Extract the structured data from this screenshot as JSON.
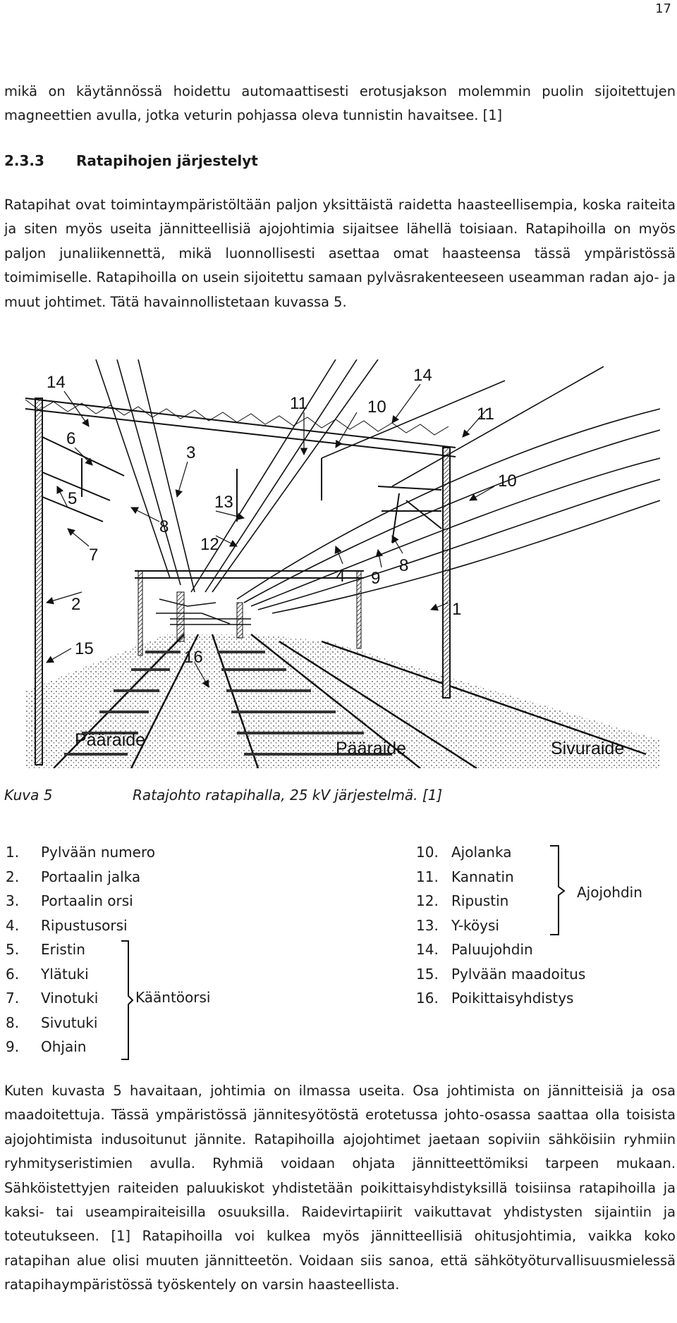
{
  "page": {
    "number": "17"
  },
  "paragraphs": {
    "intro": "mikä on käytännössä hoidettu automaattisesti erotusjakson molemmin puolin sijoitettujen magneettien avulla, jotka veturin pohjassa oleva tunnistin havaitsee. [1]",
    "p1": "Ratapihat ovat toimintaympäristöltään paljon yksittäistä raidetta haasteellisempia, koska raiteita ja siten myös useita jännitteellisiä ajojohtimia sijaitsee lähellä toisiaan. Ratapihoilla on myös paljon junaliikennettä, mikä luonnollisesti asettaa omat haasteensa tässä ympäristössä toimimiselle. Ratapihoilla on usein sijoitettu samaan pylväsrakenteeseen useamman radan ajo- ja muut johtimet. Tätä havainnollistetaan kuvassa 5.",
    "p2": "Kuten kuvasta 5 havaitaan, johtimia on ilmassa useita. Osa johtimista on jännitteisiä ja osa maadoitettuja. Tässä ympäristössä jännitesyötöstä erotetussa johto-osassa saattaa olla toisista ajojohtimista indusoitunut jännite. Ratapihoilla ajojohtimet jaetaan sopiviin sähköisiin ryhmiin ryhmityseristimien avulla. Ryhmiä voidaan ohjata jännitteettömiksi tarpeen mukaan. Sähköistettyjen raiteiden paluukiskot yhdistetään poikittaisyhdistyksillä toisiinsa ratapihoilla ja kaksi- tai useampiraiteisilla osuuksilla. Raidevirtapiirit vaikuttavat yhdistysten sijaintiin ja toteutukseen. [1] Ratapihoilla voi kulkea myös jännitteellisiä ohitusjohtimia, vaikka koko ratapihan alue olisi muuten jännitteetön. Voidaan siis sanoa, että sähkötyöturvallisuusmielessä ratapihaympäristössä työskentely on varsin haasteellista."
  },
  "section": {
    "number": "2.3.3",
    "title": "Ratapihojen järjestelyt"
  },
  "figure": {
    "labels": {
      "l14a": "14",
      "l6": "6",
      "l3": "3",
      "l11a": "11",
      "l10a": "10",
      "l14b": "14",
      "l11b": "11",
      "l10b": "10",
      "l5": "5",
      "l8a": "8",
      "l13": "13",
      "l12": "12",
      "l7": "7",
      "l4": "4",
      "l9": "9",
      "l8b": "8",
      "l2": "2",
      "l1": "1",
      "l15": "15",
      "l16": "16"
    },
    "track_labels": {
      "left": "Pääraide",
      "middle": "Pääraide",
      "right": "Sivuraide"
    }
  },
  "caption": {
    "label": "Kuva 5",
    "text": "Ratajohto ratapihalla, 25 kV järjestelmä. [1]"
  },
  "legend": {
    "left": [
      {
        "num": "1.",
        "text": "Pylvään numero"
      },
      {
        "num": "2.",
        "text": "Portaalin jalka"
      },
      {
        "num": "3.",
        "text": "Portaalin orsi"
      },
      {
        "num": "4.",
        "text": "Ripustusorsi"
      },
      {
        "num": "5.",
        "text": "Eristin"
      },
      {
        "num": "6.",
        "text": "Ylätuki"
      },
      {
        "num": "7.",
        "text": "Vinotuki"
      },
      {
        "num": "8.",
        "text": "Sivutuki"
      },
      {
        "num": "9.",
        "text": "Ohjain"
      }
    ],
    "right": [
      {
        "num": "10.",
        "text": "Ajolanka"
      },
      {
        "num": "11.",
        "text": "Kannatin"
      },
      {
        "num": "12.",
        "text": "Ripustin"
      },
      {
        "num": "13.",
        "text": "Y-köysi"
      },
      {
        "num": "14.",
        "text": "Paluujohdin"
      },
      {
        "num": "15.",
        "text": "Pylvään maadoitus"
      },
      {
        "num": "16.",
        "text": "Poikittaisyhdistys"
      }
    ],
    "group_left": "Kääntöorsi",
    "group_right": "Ajojohdin"
  }
}
